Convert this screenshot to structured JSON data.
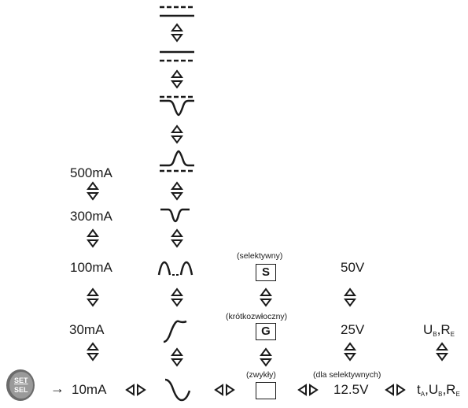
{
  "button": {
    "line1": "SET",
    "line2": "SEL"
  },
  "arrow_right": "→",
  "column_current": {
    "values": [
      "500mA",
      "300mA",
      "100mA",
      "30mA",
      "10mA"
    ]
  },
  "column_type": {
    "labels": {
      "selective": "(selektywny)",
      "short_delay": "(krótkozwłoczny)",
      "normal": "(zwykły)"
    },
    "box_letters": {
      "selective": "S",
      "short_delay": "G"
    }
  },
  "column_voltage": {
    "note": "(dla selektywnych)",
    "values": [
      "50V",
      "25V",
      "12.5V"
    ]
  },
  "column_measure": {
    "top": {
      "u": "U",
      "u_sub": "B",
      "r": "R",
      "r_sub": "E"
    },
    "bottom": {
      "t": "t",
      "t_sub": "A",
      "u": "U",
      "u_sub": "B",
      "r": "R",
      "r_sub": "E"
    }
  },
  "icons": {
    "updown": "up-down-selector-icon",
    "leftright": "left-right-selector-icon"
  }
}
